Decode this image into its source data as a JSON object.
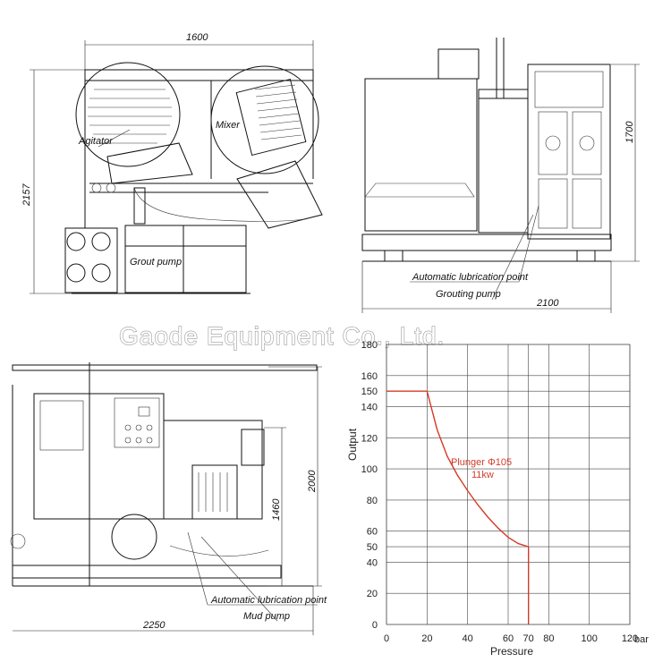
{
  "watermark": "Gaode Equipment Co., Ltd.",
  "views": {
    "top_left": {
      "width_dim": "1600",
      "height_dim": "2157",
      "label_agitator": "Agitator",
      "label_mixer": "Mixer",
      "label_grout_pump": "Grout pump"
    },
    "top_right": {
      "height_dim": "1700",
      "width_dim": "2100",
      "label_lubrication": "Automatic lubrication point",
      "label_grouting_pump": "Grouting pump"
    },
    "bottom_left": {
      "height_dim_outer": "2000",
      "height_dim_inner": "1460",
      "width_dim": "2250",
      "label_lubrication": "Automatic lubrication point",
      "label_mud_pump": "Mud pump"
    }
  },
  "chart_data": {
    "type": "line",
    "xlabel": "Pressure",
    "ylabel": "Output",
    "x_unit": "bar",
    "xlim": [
      0,
      120
    ],
    "ylim": [
      0,
      180
    ],
    "x_ticks": [
      "0",
      "20",
      "40",
      "60",
      "70",
      "80",
      "100",
      "120"
    ],
    "y_ticks": [
      "0",
      "20",
      "40",
      "50",
      "60",
      "80",
      "100",
      "120",
      "140",
      "150",
      "160",
      "180"
    ],
    "series": [
      {
        "name": "Plunger Φ105",
        "power": "11kw",
        "points": [
          [
            0,
            150
          ],
          [
            20,
            150
          ],
          [
            25,
            125
          ],
          [
            30,
            108
          ],
          [
            35,
            96
          ],
          [
            40,
            86
          ],
          [
            45,
            77
          ],
          [
            50,
            69
          ],
          [
            55,
            62
          ],
          [
            60,
            56
          ],
          [
            65,
            52
          ],
          [
            70,
            50
          ],
          [
            70,
            0
          ]
        ]
      }
    ],
    "annotation_line1": "Plunger Φ105",
    "annotation_line2": "11kw",
    "grid": true
  }
}
